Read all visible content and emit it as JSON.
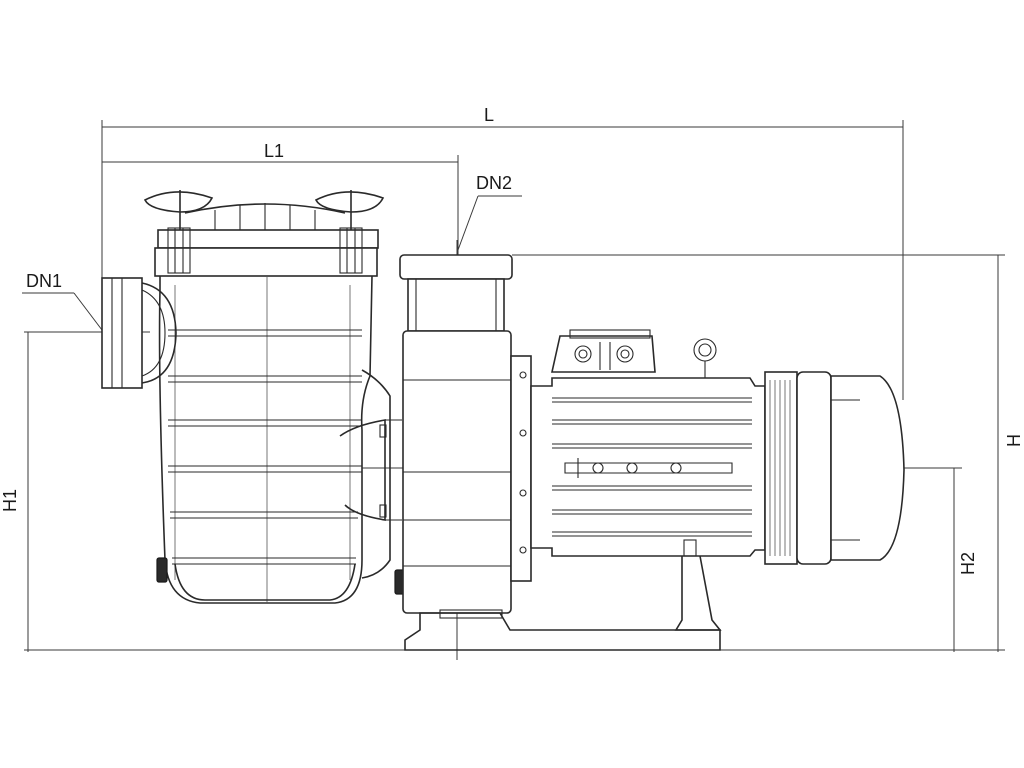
{
  "diagram": {
    "labels": {
      "L": "L",
      "L1": "L1",
      "DN1": "DN1",
      "DN2": "DN2",
      "H": "H",
      "H1": "H1",
      "H2": "H2"
    }
  }
}
